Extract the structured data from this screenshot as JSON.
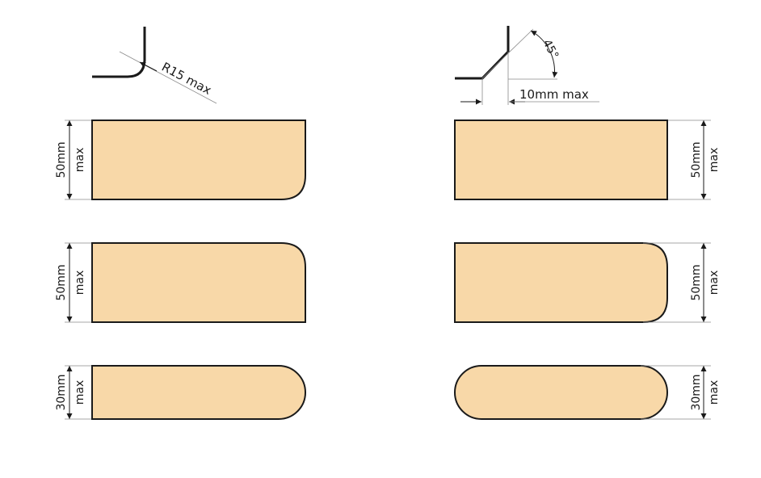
{
  "colors": {
    "profile_fill": "#F8D8A8",
    "outline": "#1a1a1a",
    "extension_line": "#8a8a8a"
  },
  "corner_details": {
    "radius": {
      "label": "R15 max"
    },
    "chamfer": {
      "angle_label": "45°",
      "width_label": "10mm max"
    }
  },
  "profiles": [
    {
      "name": "single-radius-50",
      "height_label": "50mm",
      "max_label": "max",
      "edge": "one-side-radius"
    },
    {
      "name": "square-50",
      "height_label": "50mm",
      "max_label": "max",
      "edge": "square"
    },
    {
      "name": "double-radius-50",
      "height_label": "50mm",
      "max_label": "max",
      "edge": "top-bottom-radius"
    },
    {
      "name": "pencil-round-50",
      "height_label": "50mm",
      "max_label": "max",
      "edge": "pencil-round"
    },
    {
      "name": "half-bullnose-30",
      "height_label": "30mm",
      "max_label": "max",
      "edge": "half-bullnose"
    },
    {
      "name": "full-bullnose-30",
      "height_label": "30mm",
      "max_label": "max",
      "edge": "full-bullnose"
    }
  ]
}
